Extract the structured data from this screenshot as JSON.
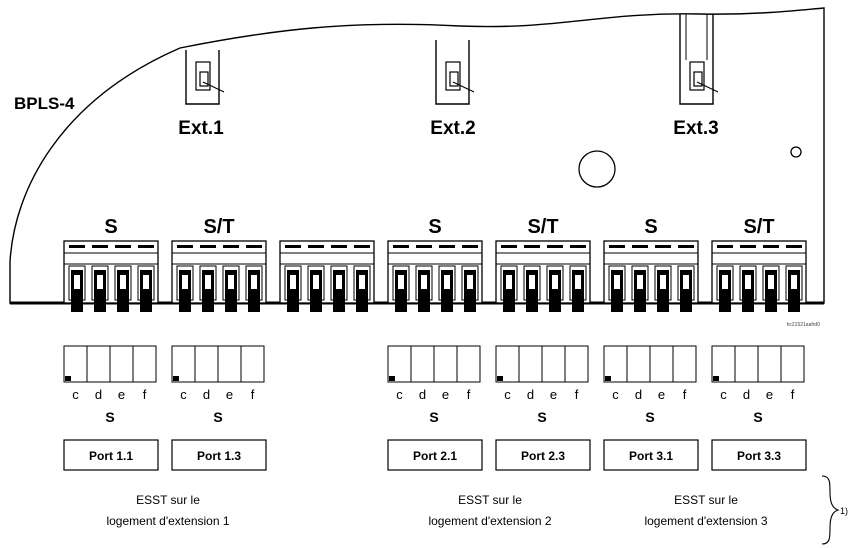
{
  "board": {
    "name": "BPLS-4",
    "extensions": [
      "Ext.1",
      "Ext.2",
      "Ext.3"
    ],
    "image_code": "hc21521aafrd0"
  },
  "blocks": [
    {
      "label": "S"
    },
    {
      "label": "S/T"
    },
    {
      "label": ""
    },
    {
      "label": "S"
    },
    {
      "label": "S/T"
    },
    {
      "label": "S"
    },
    {
      "label": "S/T"
    }
  ],
  "switch_groups": [
    {
      "letters": [
        "c",
        "d",
        "e",
        "f"
      ],
      "label": "S",
      "port": "Port 1.1",
      "active": "c"
    },
    {
      "letters": [
        "c",
        "d",
        "e",
        "f"
      ],
      "label": "S",
      "port": "Port 1.3",
      "active": "c"
    },
    {
      "letters": [
        "c",
        "d",
        "e",
        "f"
      ],
      "label": "S",
      "port": "Port 2.1",
      "active": "c"
    },
    {
      "letters": [
        "c",
        "d",
        "e",
        "f"
      ],
      "label": "S",
      "port": "Port 2.3",
      "active": "c"
    },
    {
      "letters": [
        "c",
        "d",
        "e",
        "f"
      ],
      "label": "S",
      "port": "Port 3.1",
      "active": "c"
    },
    {
      "letters": [
        "c",
        "d",
        "e",
        "f"
      ],
      "label": "S",
      "port": "Port 3.3",
      "active": "c"
    }
  ],
  "captions": [
    {
      "line1": "ESST sur le",
      "line2": "logement d'extension 1"
    },
    {
      "line1": "ESST sur le",
      "line2": "logement d'extension 2"
    },
    {
      "line1": "ESST sur le",
      "line2": "logement d'extension 3"
    }
  ],
  "footnote": "1)"
}
